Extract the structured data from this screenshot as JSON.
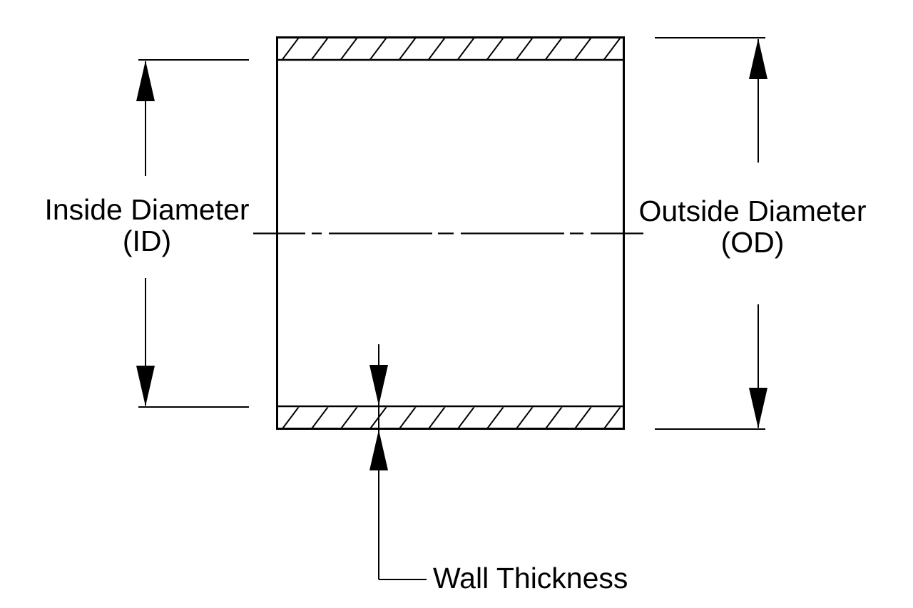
{
  "diagram": {
    "type": "engineering-dimension-diagram",
    "subject": "hose-tube-cross-section",
    "labels": {
      "inside_diameter_line1": "Inside Diameter",
      "inside_diameter_line2": "(ID)",
      "outside_diameter_line1": "Outside Diameter",
      "outside_diameter_line2": "(OD)",
      "wall_thickness": "Wall Thickness"
    },
    "colors": {
      "line": "#000000",
      "background": "#ffffff"
    },
    "icons": {
      "arrowheads": "filled-triangle-dimension-arrows",
      "centerline_style": "dash-dot",
      "wall_fill": "diagonal-hatch"
    }
  }
}
